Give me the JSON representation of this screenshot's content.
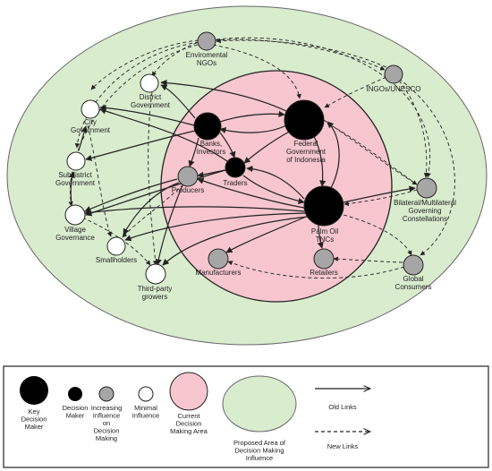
{
  "nodes": {
    "env_ngos": [
      "Enviromental",
      "NGOs"
    ],
    "ingos_unesco": [
      "INGOs/UNESCO"
    ],
    "district_gov": [
      "District",
      "Government"
    ],
    "city_gov": [
      "City",
      "Government"
    ],
    "subdistrict_gov": [
      "Subdistrict",
      "Government"
    ],
    "village_gov": [
      "Village",
      "Governance"
    ],
    "smallholders": [
      "Smallholders"
    ],
    "third_party": [
      "Third-party",
      "growers"
    ],
    "banks": [
      "Banks,",
      "Investors"
    ],
    "federal_gov": [
      "Federal",
      "Government",
      "of Indonesia"
    ],
    "traders": [
      "Traders"
    ],
    "producers": [
      "Producers"
    ],
    "palm_oil": [
      "Palm Oil",
      "TNCs"
    ],
    "manufacturers": [
      "Manufacturers"
    ],
    "retailers": [
      "Retailers"
    ],
    "bilateral": [
      "Bilateral/Multilateral",
      "Governing",
      "Constellations"
    ],
    "global_consumers": [
      "Global",
      "Consumers"
    ]
  },
  "legend": {
    "key_decision_maker": [
      "Key",
      "Decision",
      "Maker"
    ],
    "decision_maker": [
      "Decision",
      "Maker"
    ],
    "increasing_influence": [
      "Increasing",
      "Influence",
      "on",
      "Decision",
      "Making"
    ],
    "minimal_influence": [
      "Minimal",
      "Influence"
    ],
    "current_area": [
      "Current",
      "Decision",
      "Making Area"
    ],
    "proposed_area": [
      "Proposed Area of",
      "Decision Making",
      "Influence"
    ],
    "old_links": "Old Links",
    "new_links": "New Links"
  },
  "colors": {
    "outer_area": "#d9ecce",
    "inner_area": "#f7c6cf",
    "key_node": "#000000",
    "grey_node": "#a6a6a6",
    "white_node": "#ffffff",
    "line": "#222222"
  }
}
